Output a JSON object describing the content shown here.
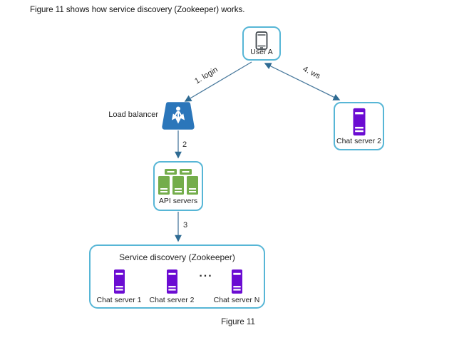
{
  "figure": {
    "intro": "Figure 11 shows how service discovery (Zookeeper) works.",
    "caption": "Figure 11"
  },
  "nodes": {
    "user_a": {
      "label": "User A",
      "icon": "smartphone-icon"
    },
    "load_balancer": {
      "label": "Load balancer",
      "icon": "load-balancer-icon"
    },
    "api_servers": {
      "label": "API servers",
      "icon": "server-cluster-icon"
    },
    "chat_server_2": {
      "label": "Chat server 2",
      "icon": "server-tower-icon"
    },
    "service_discovery": {
      "title": "Service discovery (Zookeeper)",
      "ellipsis": "...",
      "servers": [
        {
          "label": "Chat server 1",
          "icon": "server-tower-icon"
        },
        {
          "label": "Chat server 2",
          "icon": "server-tower-icon"
        },
        {
          "label": "Chat server N",
          "icon": "server-tower-icon"
        }
      ]
    }
  },
  "edges": {
    "login": {
      "label": "1. login",
      "from": "User A",
      "to": "Load balancer"
    },
    "to_api": {
      "label": "2",
      "from": "Load balancer",
      "to": "API servers"
    },
    "to_discovery": {
      "label": "3",
      "from": "API servers",
      "to": "Service discovery (Zookeeper)"
    },
    "ws": {
      "label": "4. ws",
      "from": "User A",
      "to": "Chat server 2",
      "bidirectional": true
    }
  },
  "colors": {
    "box_border": "#57b6d6",
    "arrow_line": "#4a7a9d",
    "arrow_head": "#2f6b93",
    "load_balancer_blue": "#2b76ba",
    "api_green": "#74ad4b",
    "chat_purple": "#6b0cd2",
    "text": "#1f1f1f"
  }
}
